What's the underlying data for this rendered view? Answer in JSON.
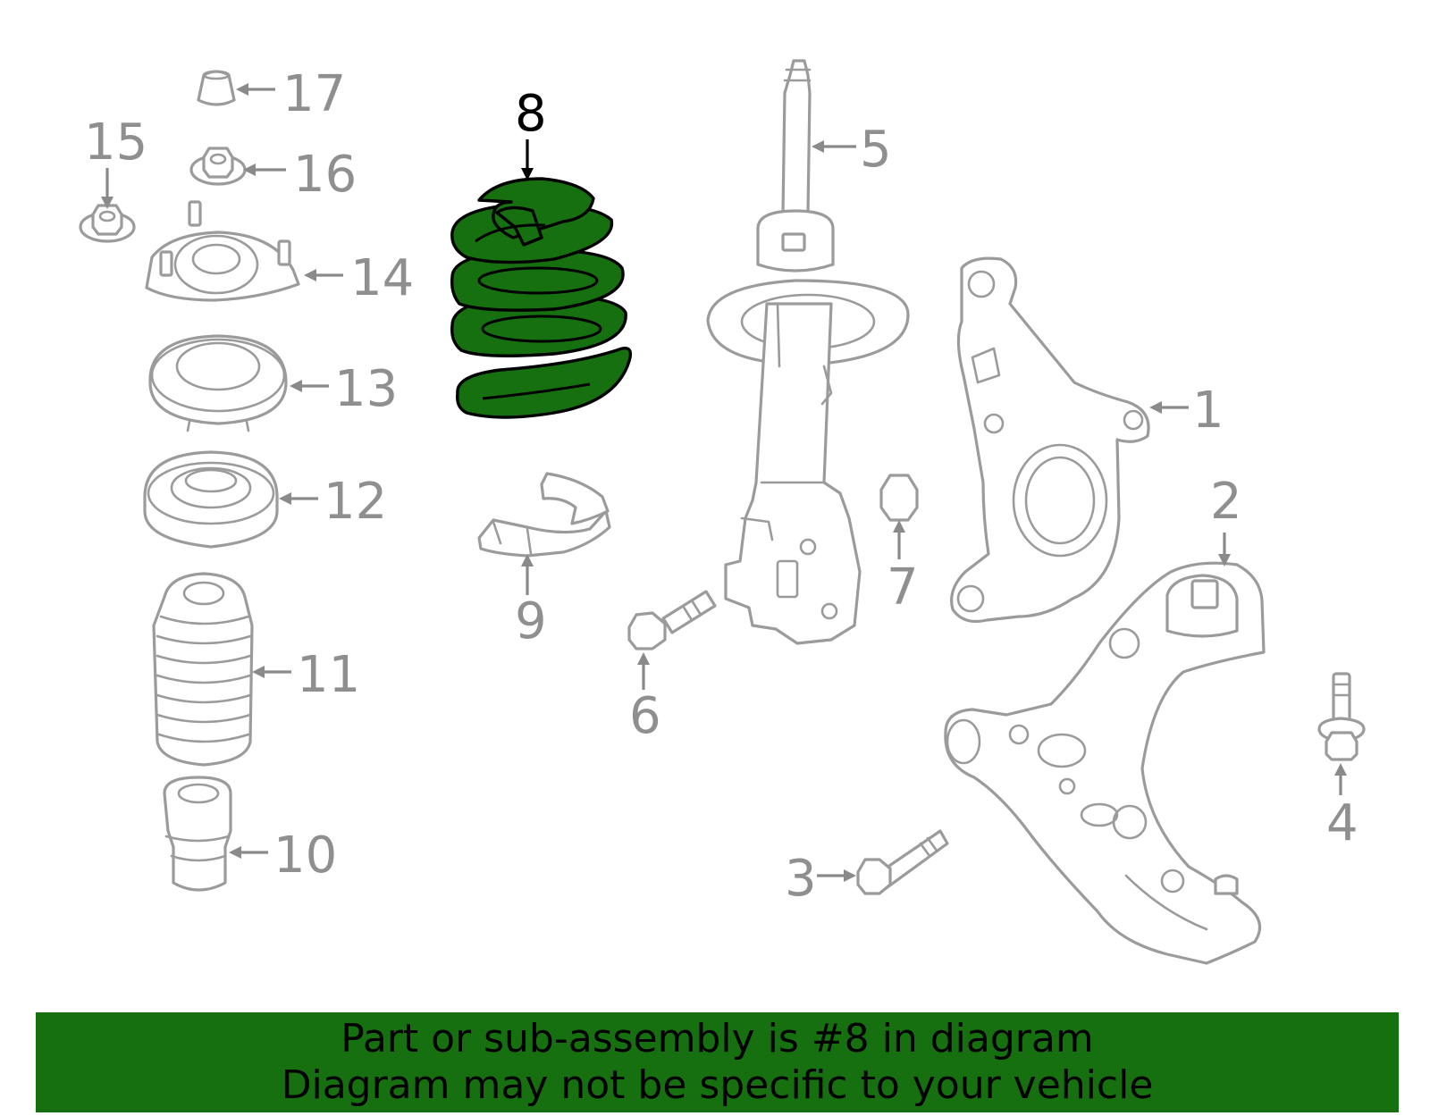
{
  "highlight": {
    "part_number": "8",
    "color": "#177010"
  },
  "callouts": [
    "1",
    "2",
    "3",
    "4",
    "5",
    "6",
    "7",
    "8",
    "9",
    "10",
    "11",
    "12",
    "13",
    "14",
    "15",
    "16",
    "17"
  ],
  "banner": {
    "line1": "Part or sub-assembly is #8 in diagram",
    "line2": "Diagram may not be specific to your vehicle",
    "background": "#177010"
  }
}
